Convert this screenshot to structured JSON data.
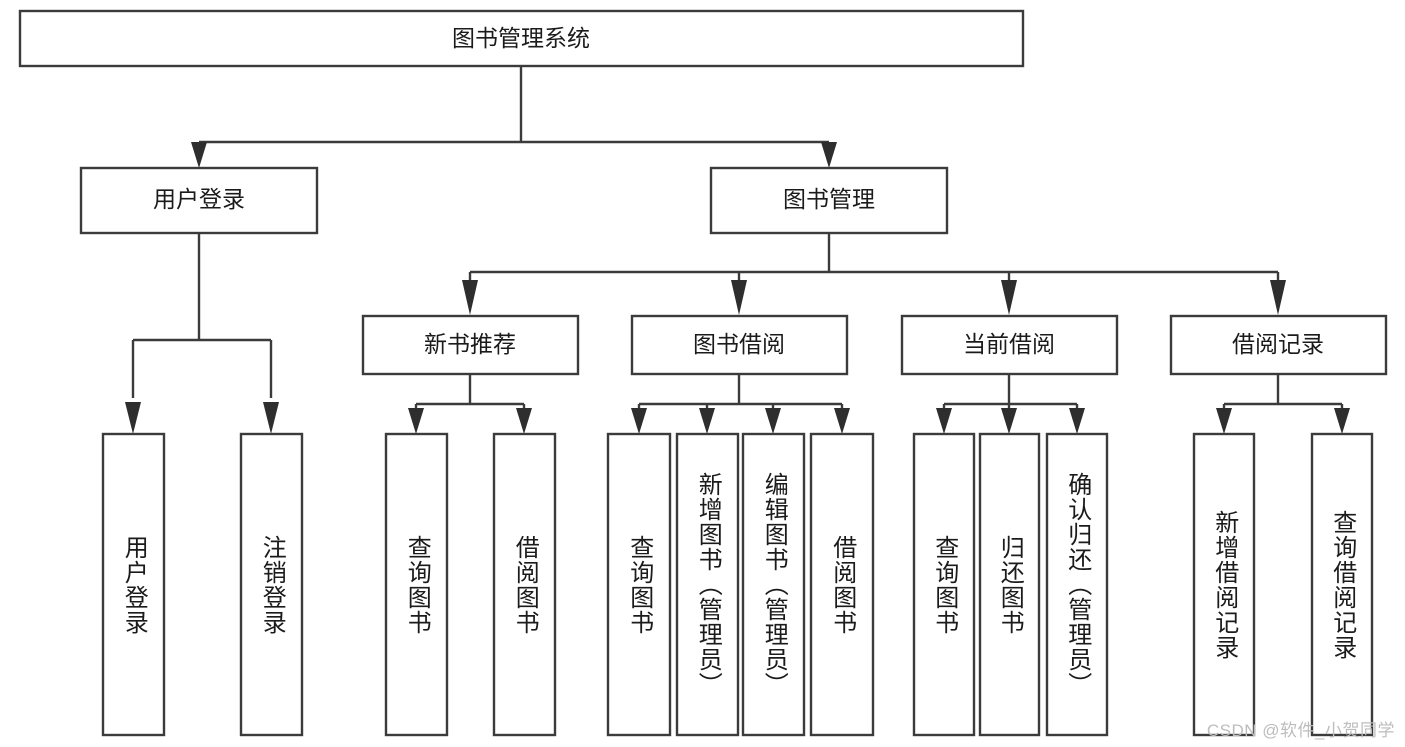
{
  "diagram": {
    "type": "tree-hierarchy",
    "title": "图书管理系统",
    "watermark": "CSDN @软件_小贺同学",
    "colors": {
      "box_stroke": "#3b3b3b",
      "box_fill": "#ffffff",
      "connector": "#3b3b3b",
      "text": "#1b1b1b",
      "watermark": "#bdbdbd",
      "background": "#ffffff"
    },
    "levels": {
      "root": {
        "label": "图书管理系统"
      },
      "level2": [
        {
          "label": "用户登录"
        },
        {
          "label": "图书管理"
        }
      ],
      "level3": [
        {
          "label": "新书推荐"
        },
        {
          "label": "图书借阅"
        },
        {
          "label": "当前借阅"
        },
        {
          "label": "借阅记录"
        }
      ]
    },
    "leaves": {
      "user_login": [
        {
          "label": "用户登录"
        },
        {
          "label": "注销登录"
        }
      ],
      "new_book_recommend": [
        {
          "label": "查询图书"
        },
        {
          "label": "借阅图书"
        }
      ],
      "book_borrow": [
        {
          "label": "查询图书"
        },
        {
          "label": "新增图书（管理员）"
        },
        {
          "label": "编辑图书（管理员）"
        },
        {
          "label": "借阅图书"
        }
      ],
      "current_borrow": [
        {
          "label": "查询图书"
        },
        {
          "label": "归还图书"
        },
        {
          "label": "确认归还（管理员）"
        }
      ],
      "borrow_record": [
        {
          "label": "新增借阅记录"
        },
        {
          "label": "查询借阅记录"
        }
      ]
    }
  }
}
